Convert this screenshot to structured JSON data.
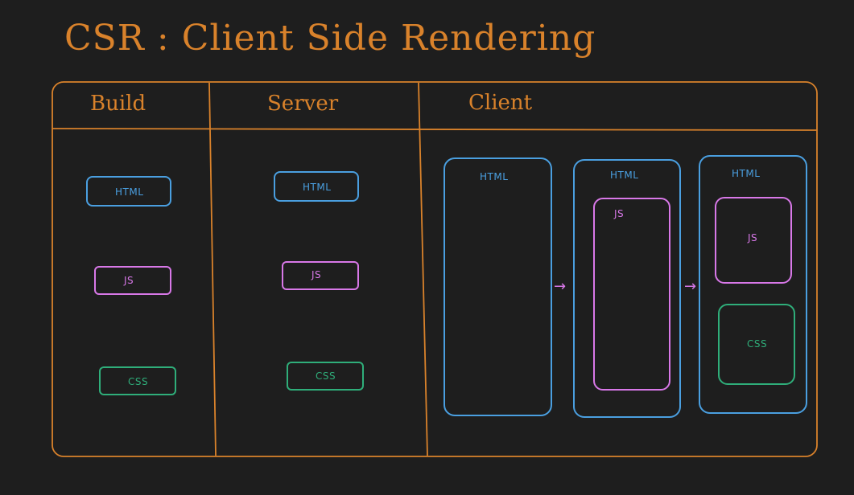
{
  "title": "CSR : Client Side Rendering",
  "columns": {
    "build": "Build",
    "server": "Server",
    "client": "Client"
  },
  "build": {
    "html": "HTML",
    "js": "JS",
    "css": "CSS"
  },
  "server": {
    "html": "HTML",
    "js": "JS",
    "css": "CSS"
  },
  "client": {
    "stage1": {
      "html": "HTML"
    },
    "stage2": {
      "html": "HTML",
      "js": "JS"
    },
    "stage3": {
      "html": "HTML",
      "js": "JS",
      "css": "CSS"
    }
  },
  "colors": {
    "accent": "#d9822b",
    "html": "#4a9fe0",
    "js": "#d878e8",
    "css": "#2fae7a",
    "background": "#1e1e1e"
  }
}
